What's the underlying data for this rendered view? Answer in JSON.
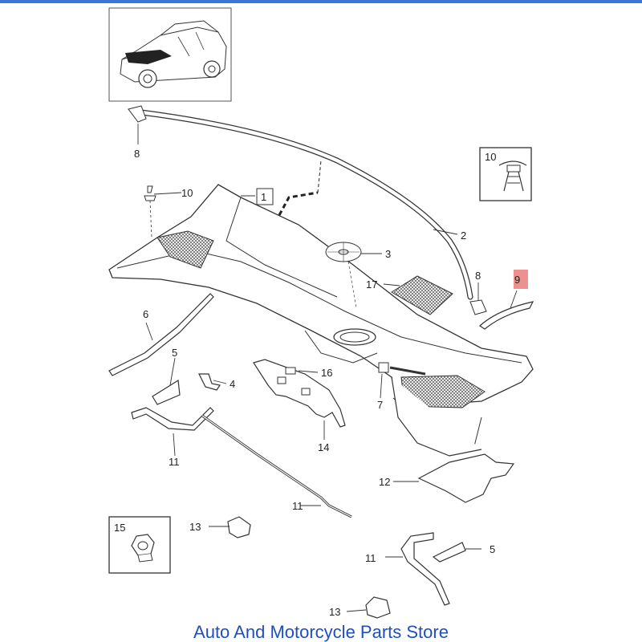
{
  "colors": {
    "top_bar": "#3a78d6",
    "store_text": "#1f4fbf",
    "line": "#333333",
    "highlight": "#e66b6b"
  },
  "callouts": {
    "c1": "1",
    "c2": "2",
    "c3": "3",
    "c4": "4",
    "c5a": "5",
    "c5b": "5",
    "c6": "6",
    "c7": "7",
    "c8a": "8",
    "c8b": "8",
    "c9": "9",
    "c10a": "10",
    "c10b": "10",
    "c11a": "11",
    "c11b": "11",
    "c11c": "11",
    "c12": "12",
    "c13a": "13",
    "c13b": "13",
    "c14": "14",
    "c15": "15",
    "c16": "16",
    "c17": "17"
  },
  "footer": {
    "store_name": "Auto And Motorcycle Parts Store"
  }
}
